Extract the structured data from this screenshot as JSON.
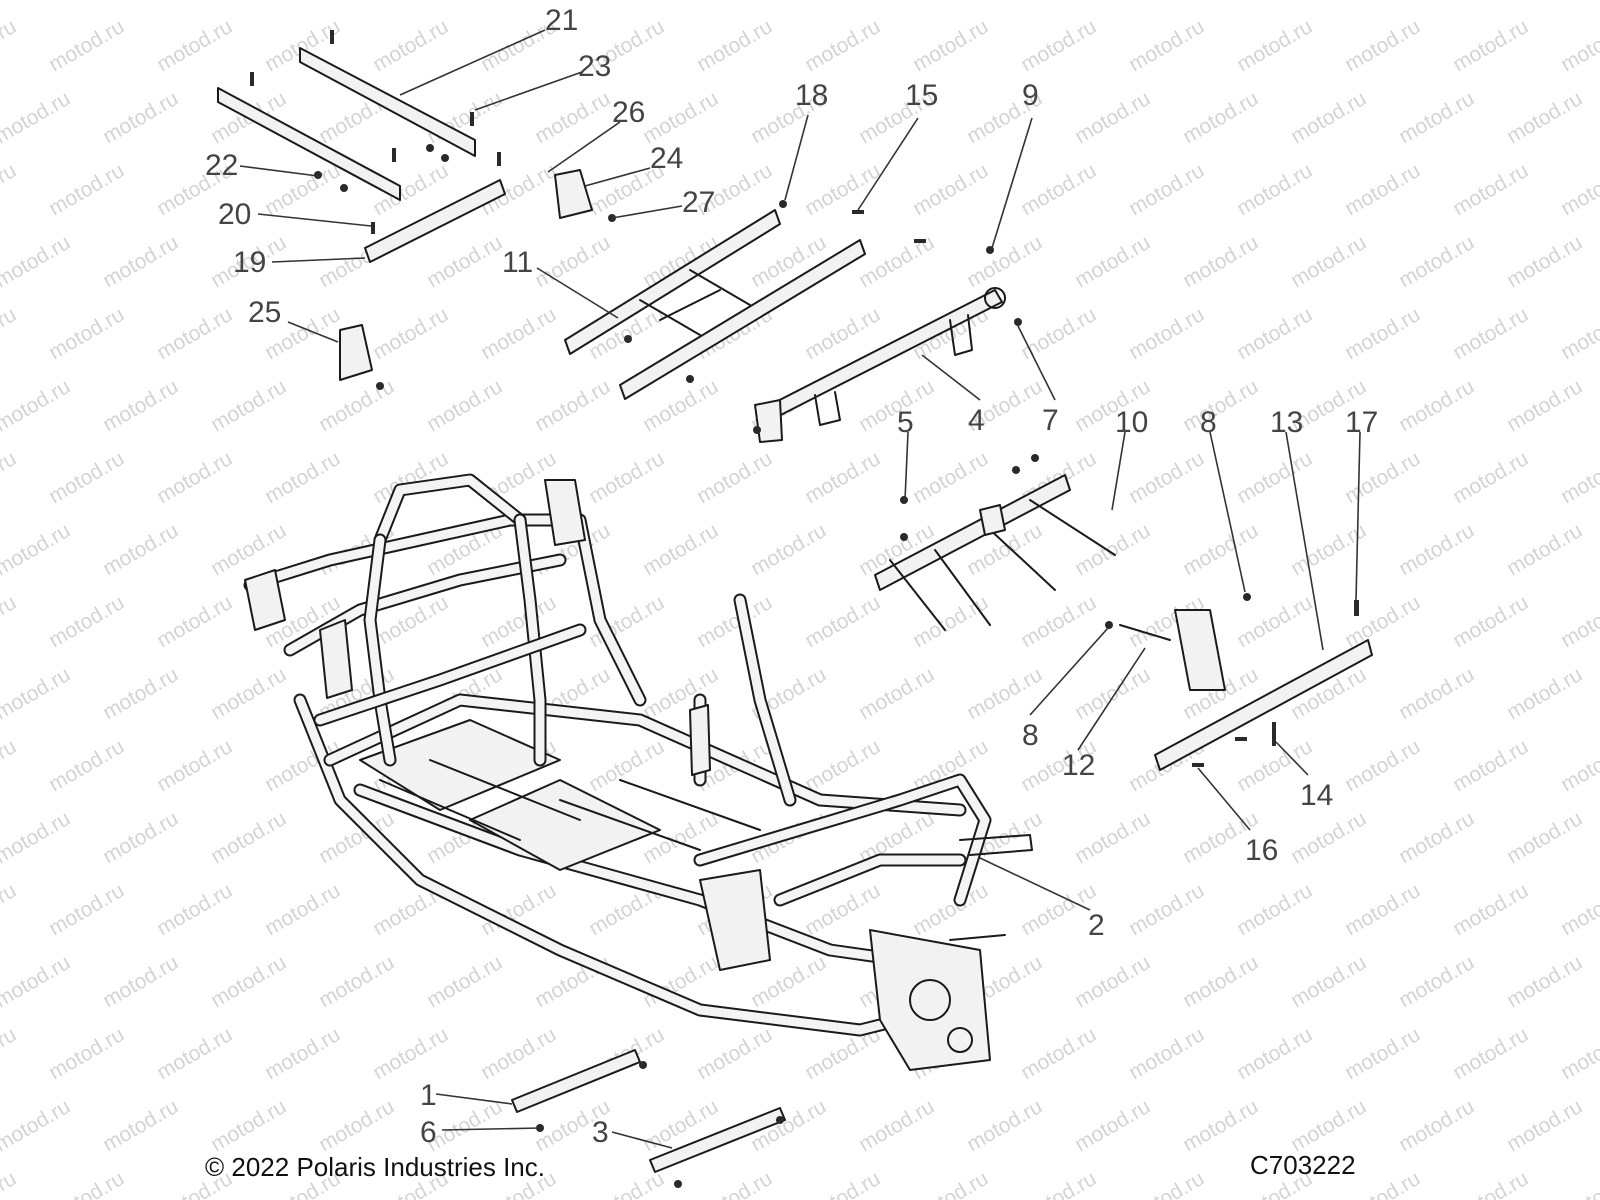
{
  "watermark": "motod.ru",
  "copyright": "© 2022 Polaris Industries Inc.",
  "figure_id": "C703222",
  "callouts": [
    {
      "id": "1",
      "label": "1"
    },
    {
      "id": "2",
      "label": "2"
    },
    {
      "id": "3",
      "label": "3"
    },
    {
      "id": "4",
      "label": "4"
    },
    {
      "id": "5",
      "label": "5"
    },
    {
      "id": "6",
      "label": "6"
    },
    {
      "id": "7",
      "label": "7"
    },
    {
      "id": "8a",
      "label": "8"
    },
    {
      "id": "8b",
      "label": "8"
    },
    {
      "id": "9",
      "label": "9"
    },
    {
      "id": "10",
      "label": "10"
    },
    {
      "id": "11",
      "label": "11"
    },
    {
      "id": "12",
      "label": "12"
    },
    {
      "id": "13",
      "label": "13"
    },
    {
      "id": "14",
      "label": "14"
    },
    {
      "id": "15",
      "label": "15"
    },
    {
      "id": "16",
      "label": "16"
    },
    {
      "id": "17",
      "label": "17"
    },
    {
      "id": "18",
      "label": "18"
    },
    {
      "id": "19",
      "label": "19"
    },
    {
      "id": "20",
      "label": "20"
    },
    {
      "id": "21",
      "label": "21"
    },
    {
      "id": "22",
      "label": "22"
    },
    {
      "id": "23",
      "label": "23"
    },
    {
      "id": "24",
      "label": "24"
    },
    {
      "id": "25",
      "label": "25"
    },
    {
      "id": "26",
      "label": "26"
    },
    {
      "id": "27",
      "label": "27"
    }
  ],
  "colors": {
    "line": "#1a1a1a",
    "watermark": "#d4d4d4",
    "callout_text": "#444444"
  }
}
